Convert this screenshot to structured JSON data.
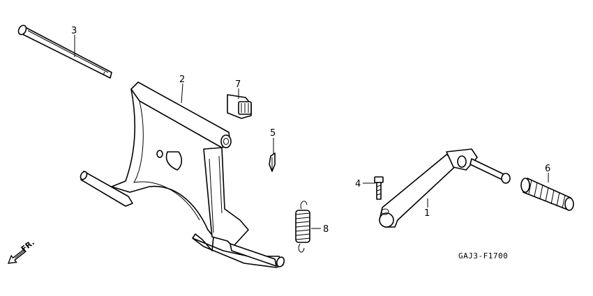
{
  "callouts": {
    "c1": "1",
    "c2": "2",
    "c3": "3",
    "c4": "4",
    "c5": "5",
    "c6": "6",
    "c7": "7",
    "c8": "8"
  },
  "figure_code": "GAJ3-F1700",
  "front_label": "FR."
}
